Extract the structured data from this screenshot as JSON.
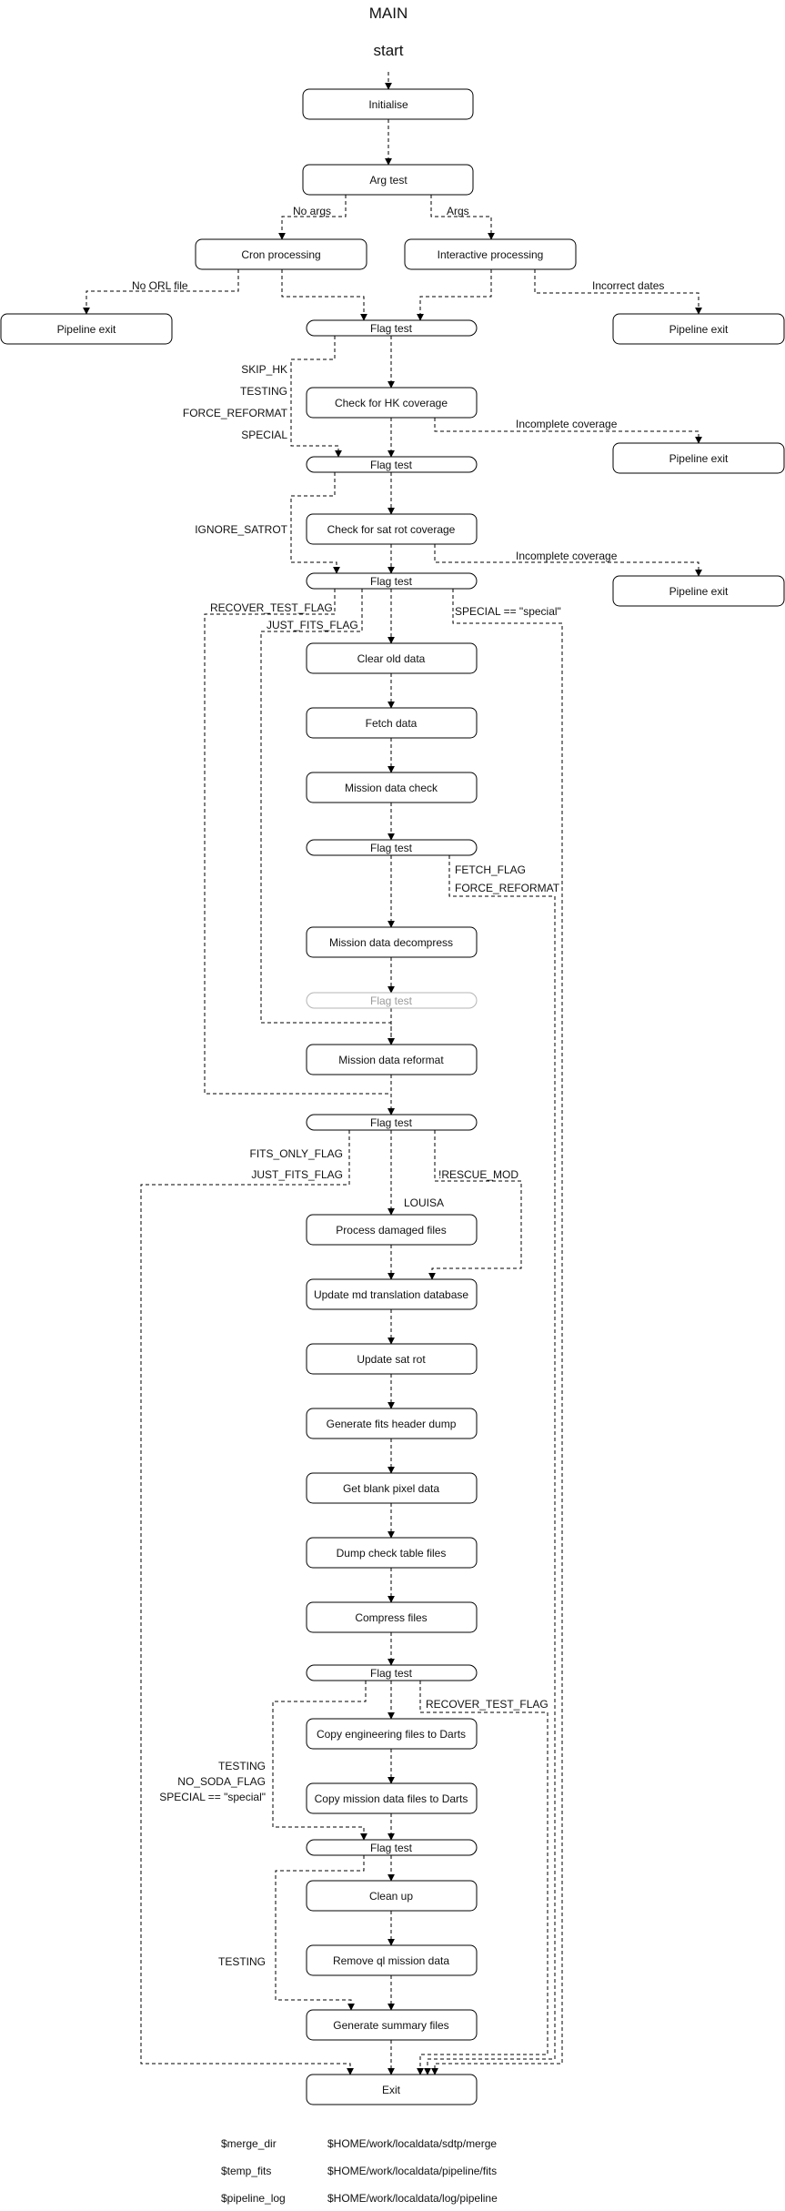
{
  "title": "MAIN",
  "start_label": "start",
  "nodes": {
    "initialise": "Initialise",
    "arg_test": "Arg test",
    "cron": "Cron processing",
    "interactive": "Interactive processing",
    "exit_left": "Pipeline exit",
    "exit_right": "Pipeline exit",
    "flag1": "Flag test",
    "hk": "Check for HK coverage",
    "exit_hk": "Pipeline exit",
    "flag2": "Flag test",
    "satrot_cov": "Check for sat rot coverage",
    "exit_sat": "Pipeline exit",
    "flag3": "Flag test",
    "clear": "Clear old data",
    "fetch": "Fetch data",
    "mcheck": "Mission data check",
    "flag4": "Flag test",
    "decomp": "Mission data decompress",
    "flag5": "Flag test",
    "reformat": "Mission data reformat",
    "flag6": "Flag test",
    "damaged": "Process damaged files",
    "mdtrans": "Update md translation database",
    "satrot": "Update sat rot",
    "fitsdump": "Generate fits header dump",
    "blank": "Get blank pixel data",
    "dumpcheck": "Dump check table files",
    "compress": "Compress files",
    "flag7": "Flag test",
    "copyeng": "Copy engineering files to Darts",
    "copymis": "Copy mission data files to Darts",
    "flag8": "Flag test",
    "cleanup": "Clean up",
    "removeql": "Remove ql mission data",
    "summary": "Generate summary files",
    "exit": "Exit"
  },
  "edge_labels": {
    "no_args": "No args",
    "args": "Args",
    "no_orl": "No ORL file",
    "incorrect_dates": "Incorrect dates",
    "skip_hk": "SKIP_HK",
    "testing_1": "TESTING",
    "force_reformat_1": "FORCE_REFORMAT",
    "special_1": "SPECIAL",
    "incomplete_cov_1": "Incomplete coverage",
    "ignore_satrot": "IGNORE_SATROT",
    "incomplete_cov_2": "Incomplete coverage",
    "recover_test_flag_1": "RECOVER_TEST_FLAG",
    "just_fits_flag_1": "JUST_FITS_FLAG",
    "special_eq": "SPECIAL == \"special\"",
    "fetch_flag": "FETCH_FLAG",
    "force_reformat_2": "FORCE_REFORMAT",
    "fits_only_flag": "FITS_ONLY_FLAG",
    "just_fits_flag_2": "JUST_FITS_FLAG",
    "rescue_mod": "!RESCUE_MOD",
    "louisa": "LOUISA",
    "recover_test_flag_2": "RECOVER_TEST_FLAG",
    "testing_2": "TESTING",
    "no_soda_flag": "NO_SODA_FLAG",
    "special_eq_2": "SPECIAL ==  \"special\"",
    "testing_3": "TESTING"
  },
  "variables": [
    {
      "name": "$merge_dir",
      "value": "$HOME/work/localdata/sdtp/merge"
    },
    {
      "name": "$temp_fits",
      "value": "$HOME/work/localdata/pipeline/fits"
    },
    {
      "name": "$pipeline_log",
      "value": "$HOME/work/localdata/log/pipeline"
    }
  ]
}
